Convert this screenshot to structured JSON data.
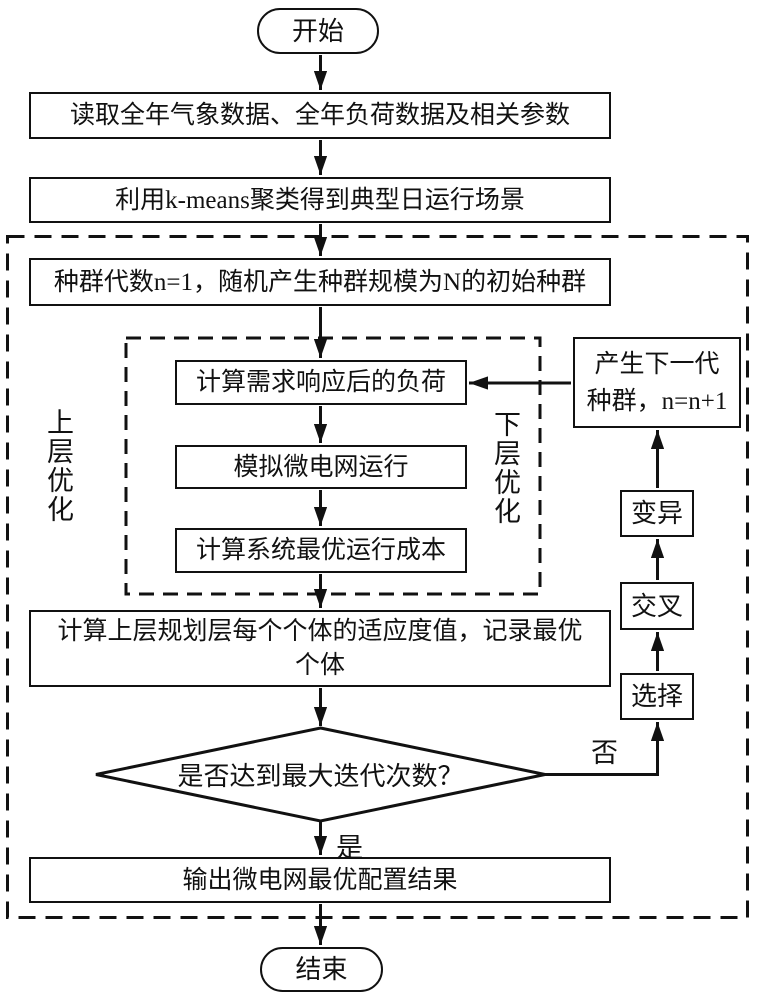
{
  "canvas": {
    "background_color": "#ffffff",
    "line_color": "#111111"
  },
  "flowchart": {
    "terminals": {
      "start": "开始",
      "end": "结束"
    },
    "steps": {
      "read_data": "读取全年气象数据、全年负荷数据及相关参数",
      "kmeans": "利用k-means聚类得到典型日运行场景",
      "init_population": "种群代数n=1，随机产生种群规模为N的初始种群",
      "dr_load": "计算需求响应后的负荷",
      "simulate_microgrid": "模拟微电网运行",
      "optimal_cost": "计算系统最优运行成本",
      "fitness": "计算上层规划层每个个体的适应度值，记录最优个体",
      "decision": "是否达到最大迭代次数？",
      "output": "输出微电网最优配置结果",
      "selection": "选择",
      "crossover": "交叉",
      "mutation": "变异",
      "next_generation": [
        "产生下一代",
        "种群，n=n+1"
      ]
    },
    "branch_labels": {
      "yes": "是",
      "no": "否"
    },
    "region_labels": {
      "upper": "上层优化",
      "lower": "下层优化"
    }
  }
}
